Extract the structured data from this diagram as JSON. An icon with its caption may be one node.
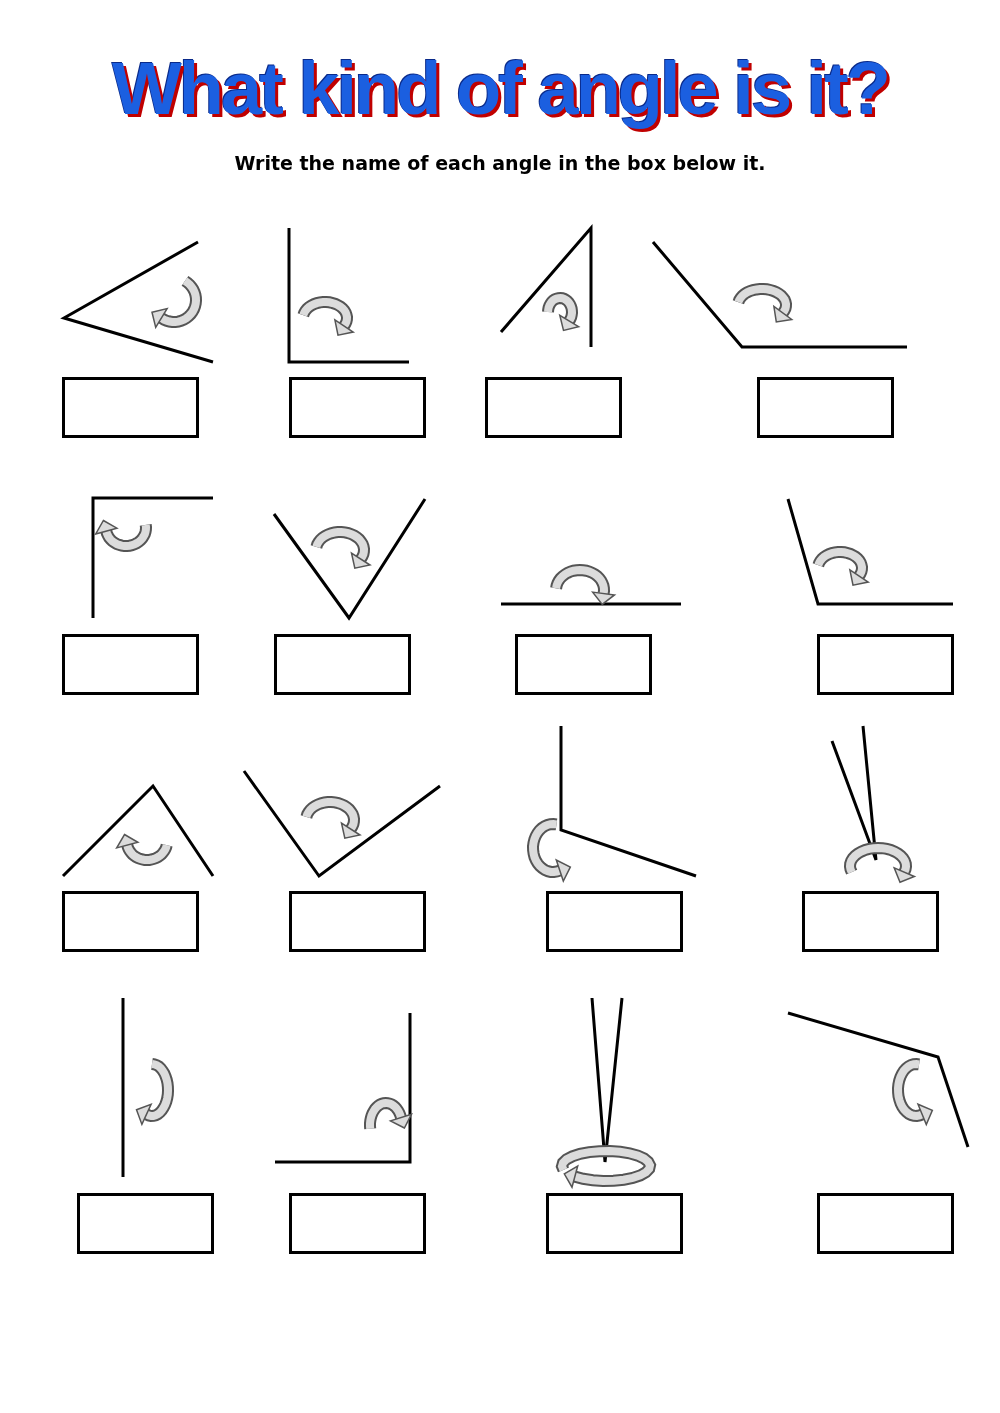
{
  "diagram": {
    "title": "What kind of angle is it?",
    "nodes": [
      {
        "text": [],
        "shape": "box"
      },
      {
        "text": [],
        "shape": "box"
      },
      {
        "text": [],
        "shape": "box"
      },
      {
        "text": [],
        "shape": "box"
      },
      {
        "text": [],
        "shape": "box"
      },
      {
        "text": [],
        "shape": "box"
      },
      {
        "text": [],
        "shape": "box"
      },
      {
        "text": [],
        "shape": "box"
      },
      {
        "text": [],
        "shape": "box"
      },
      {
        "text": [],
        "shape": "box"
      },
      {
        "text": [],
        "shape": "box"
      },
      {
        "text": [],
        "shape": "box"
      },
      {
        "text": [],
        "shape": "box"
      },
      {
        "text": [],
        "shape": "box"
      },
      {
        "text": [],
        "shape": "box"
      },
      {
        "text": [],
        "shape": "box"
      }
    ],
    "labels": [
      "Write the name of each angle in the box below it."
    ]
  }
}
